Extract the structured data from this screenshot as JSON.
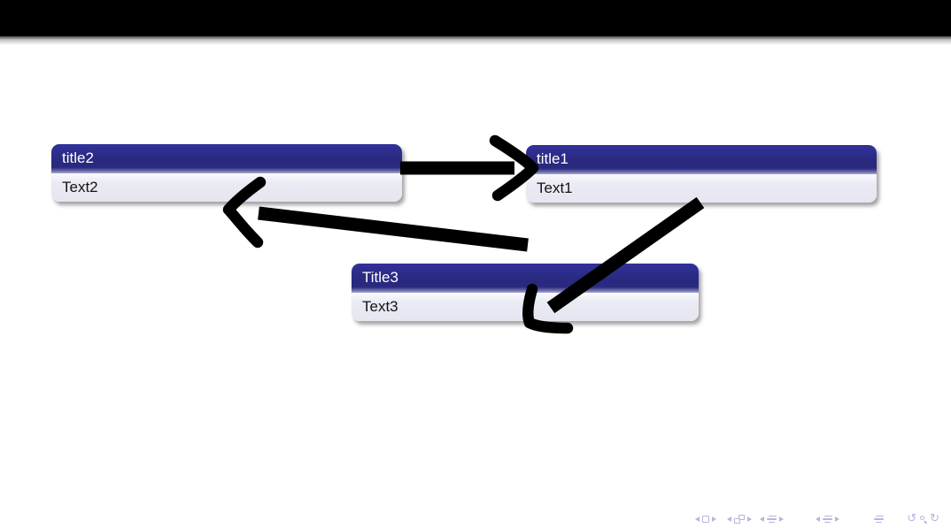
{
  "slide": {
    "background": "#ffffff",
    "top_bar_color": "#000000",
    "frame_title": ""
  },
  "blocks": [
    {
      "id": "title2",
      "title": "title2",
      "text": "Text2"
    },
    {
      "id": "title1",
      "title": "title1",
      "text": "Text1"
    },
    {
      "id": "title3",
      "title": "Title3",
      "text": "Text3"
    }
  ],
  "arrows": [
    {
      "from": "title2",
      "to": "title1",
      "direction": "right"
    },
    {
      "from": "title3",
      "to": "title2",
      "direction": "up-left"
    },
    {
      "from": "title1",
      "to": "title3",
      "direction": "down-left"
    }
  ],
  "colors": {
    "block_title_bg": "#29297f",
    "block_title_text": "#ffffff",
    "block_body_bg": "#e8e8f2",
    "block_body_text": "#141414",
    "arrow": "#000000",
    "nav_symbols": "#b6b6db"
  },
  "navigation": {
    "undo_glyph": "↺",
    "redo_glyph": "↻",
    "items": [
      "prev-slide",
      "current-slide",
      "next-slide",
      "prev-frame",
      "current-frame",
      "next-frame",
      "prev-subsection",
      "subsection-list",
      "next-subsection",
      "prev-section",
      "section-list",
      "next-section",
      "presentation-overview",
      "go-back",
      "search",
      "go-forward"
    ]
  }
}
